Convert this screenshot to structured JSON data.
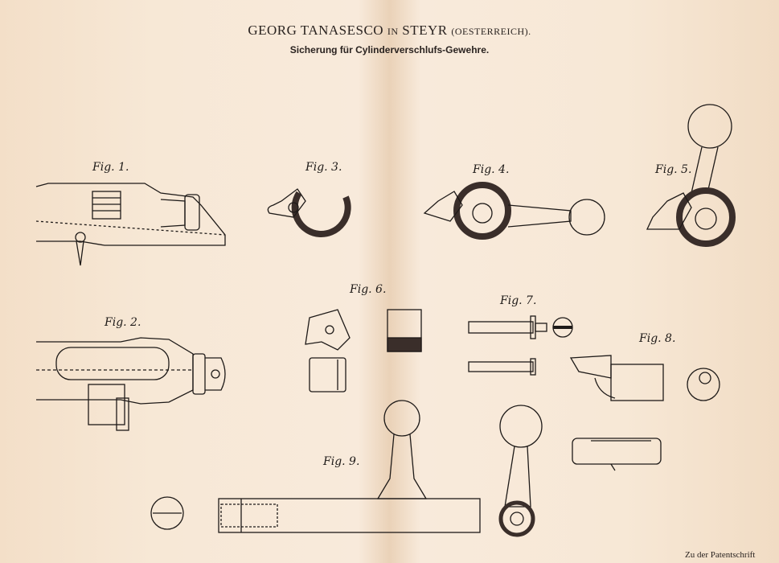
{
  "header": {
    "title_main": "GEORG TANASESCO",
    "title_in": "IN",
    "title_city": "STEYR",
    "title_country": "(OESTERREICH).",
    "subtitle": "Sicherung für Cylinderverschlufs-Gewehre."
  },
  "figures": [
    "Fig. 1.",
    "Fig. 2.",
    "Fig. 3.",
    "Fig. 4.",
    "Fig. 5.",
    "Fig. 6.",
    "Fig. 7.",
    "Fig. 8.",
    "Fig. 9."
  ],
  "footer": "Zu der Patentschrift",
  "colors": {
    "paper": "#f5e4cf",
    "ink": "#1e1a18"
  }
}
